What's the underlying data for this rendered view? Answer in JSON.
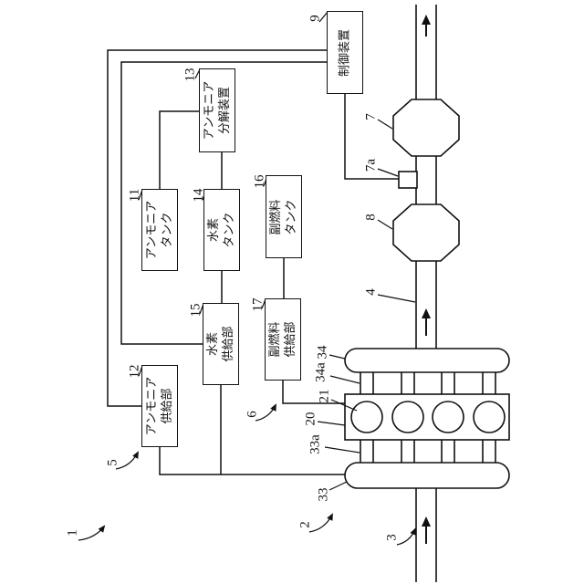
{
  "figure": {
    "background": "#ffffff",
    "line_color": "#111111"
  },
  "boxes": {
    "control": {
      "label": "制御装置"
    },
    "decomposer": {
      "label": "アンモニア\n分解装置"
    },
    "ammonia_tank": {
      "label": "アンモニア\nタンク"
    },
    "hydrogen_tank": {
      "label": "水素\nタンク"
    },
    "subfuel_tank": {
      "label": "副燃料\nタンク"
    },
    "hydrogen_supply": {
      "label": "水素\n供給部"
    },
    "subfuel_supply": {
      "label": "副燃料\n供給部"
    },
    "ammonia_supply": {
      "label": "アンモニア\n供給部"
    }
  },
  "refs": {
    "system": "1",
    "engine_unit": "2",
    "intake_pipe": "3",
    "exhaust_pipe": "4",
    "ammonia_supply_system": "5",
    "subfuel_supply_system": "6",
    "downstream_catalyst": "7",
    "exhaust_sensor": "7a",
    "upstream_catalyst": "8",
    "control_device": "9",
    "ammonia_tank": "11",
    "ammonia_supply": "12",
    "ammonia_decomposer": "13",
    "hydrogen_tank": "14",
    "hydrogen_supply": "15",
    "subfuel_tank": "16",
    "subfuel_supply": "17",
    "engine_block": "20",
    "cylinder": "21",
    "intake_manifold": "33",
    "intake_port": "33a",
    "exhaust_manifold": "34",
    "exhaust_port": "34a"
  }
}
